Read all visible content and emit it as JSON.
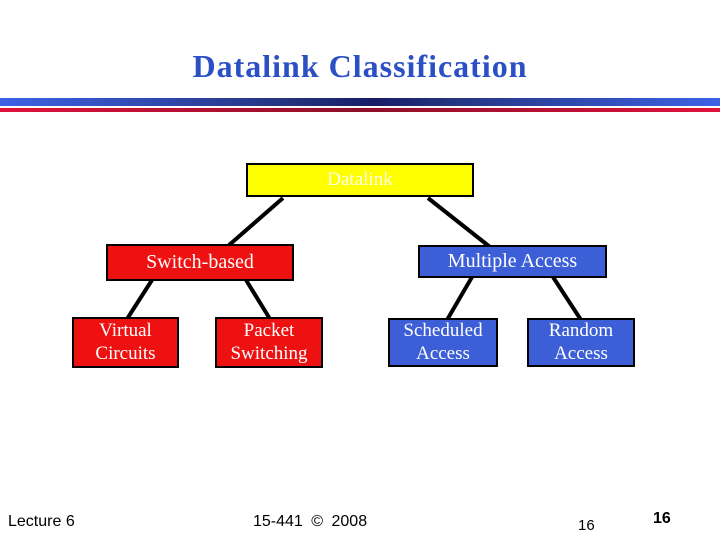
{
  "slide": {
    "title": "Datalink Classification",
    "footer": {
      "lecture": "Lecture 6",
      "course": "15-441 © 2008",
      "page_number": "16",
      "slide_number": "16"
    }
  },
  "tree": {
    "root": {
      "label": "Datalink",
      "fill": "#ffff00",
      "text_color": "#fffdec"
    },
    "level1": [
      {
        "label": "Switch-based",
        "fill": "#ee1111",
        "text_color": "#ffffff",
        "parent": "Datalink"
      },
      {
        "label": "Multiple Access",
        "fill": "#3c5fd8",
        "text_color": "#ffffff",
        "parent": "Datalink"
      }
    ],
    "level2": [
      {
        "label": "Virtual\nCircuits",
        "fill": "#ee1111",
        "text_color": "#ffffff",
        "parent": "Switch-based"
      },
      {
        "label": "Packet\nSwitching",
        "fill": "#ee1111",
        "text_color": "#ffffff",
        "parent": "Switch-based"
      },
      {
        "label": "Scheduled\nAccess",
        "fill": "#3c5fd8",
        "text_color": "#ffffff",
        "parent": "Multiple Access"
      },
      {
        "label": "Random\nAccess",
        "fill": "#3c5fd8",
        "text_color": "#ffffff",
        "parent": "Multiple Access"
      }
    ]
  },
  "colors": {
    "title_text": "#2b50c4",
    "divider_blue_bright": "#3d62e6",
    "divider_blue_dark": "#161d66",
    "divider_red_bright": "#e0123c",
    "divider_red_dark": "#8c0f28",
    "node_border": "#000000",
    "background": "#ffffff",
    "footer_text": "#000000"
  }
}
